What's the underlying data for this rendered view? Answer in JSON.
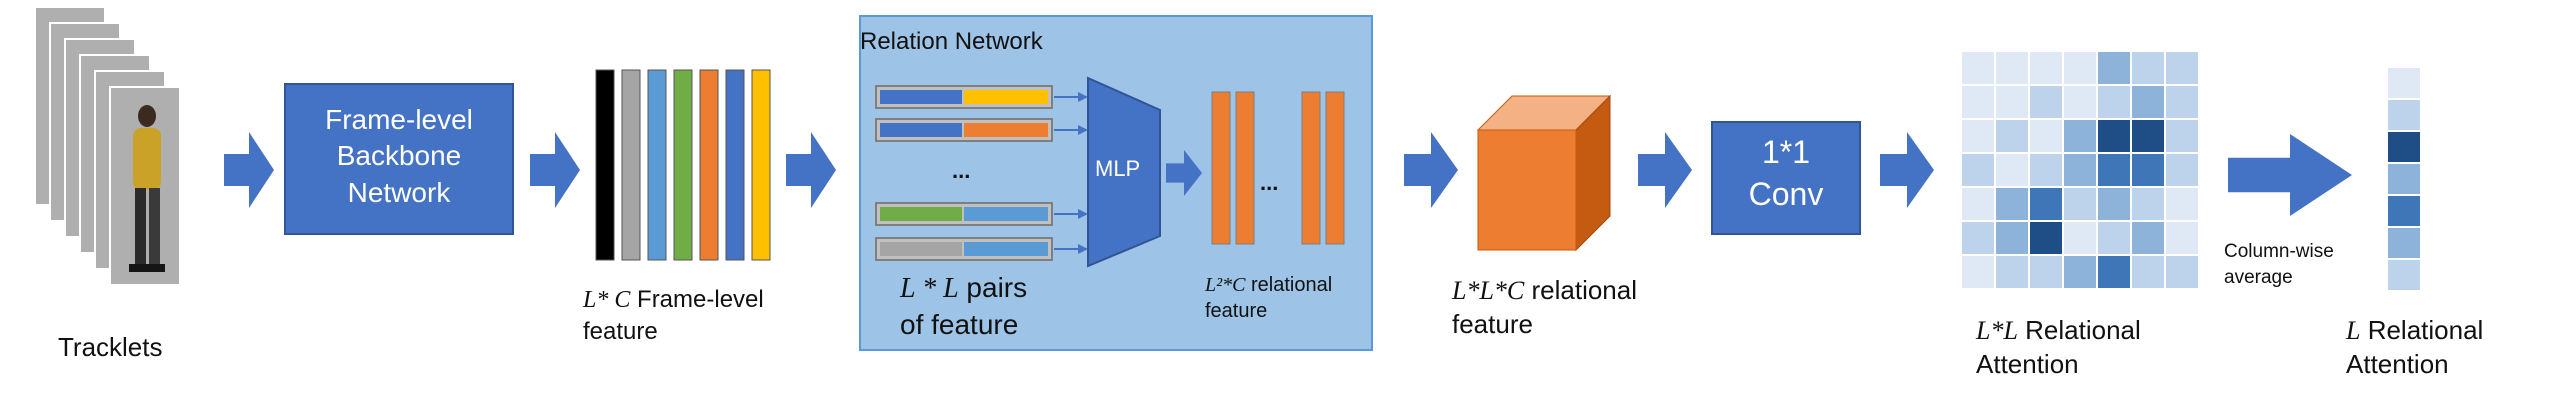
{
  "colors": {
    "blue_box": "#4472c4",
    "blue_box_border": "#2f5597",
    "arrow": "#4472c4",
    "relation_bg": "#9dc3e6",
    "relation_border": "#5b9bd5",
    "orange": "#ed7d31",
    "orange_top": "#f4b183",
    "orange_side": "#c55a11",
    "gray": "#a5a5a5",
    "green": "#70ad47",
    "gold": "#ffc000",
    "light_blue": "#5b9bd5",
    "black": "#000000"
  },
  "tracklets": {
    "label": "Tracklets",
    "frame_count": 6
  },
  "backbone": {
    "line1": "Frame-level",
    "line2": "Backbone",
    "line3": "Network"
  },
  "frame_features": {
    "label_var": "L* C",
    "label_rest": " Frame-level",
    "label_line2": "feature",
    "bar_colors": [
      "#000000",
      "#a5a5a5",
      "#5b9bd5",
      "#70ad47",
      "#ed7d31",
      "#4472c4",
      "#ffc000"
    ]
  },
  "relation_network": {
    "title": "Relation Network",
    "ellipsis": "...",
    "mlp": "MLP",
    "pairs_label_var": "L * L",
    "pairs_label_rest": " pairs",
    "pairs_label_line2": "of feature",
    "relational_label_var": "L²*C",
    "relational_label_rest": " relational",
    "relational_label_line2": "feature",
    "pairs": [
      {
        "left": "#4472c4",
        "right": "#ffc000"
      },
      {
        "left": "#4472c4",
        "right": "#ed7d31"
      },
      {
        "left": "#70ad47",
        "right": "#5b9bd5"
      },
      {
        "left": "#a5a5a5",
        "right": "#5b9bd5"
      }
    ]
  },
  "cube": {
    "label_var": "L*L*C",
    "label_rest": " relational",
    "label_line2": "feature"
  },
  "conv": {
    "line1": "1*1",
    "line2": "Conv"
  },
  "attention_matrix": {
    "label_var": "L*L",
    "label_rest": " Relational",
    "label_line2": "Attention",
    "cells": [
      [
        0,
        0,
        0,
        0,
        2,
        1,
        1
      ],
      [
        0,
        0,
        1,
        0,
        1,
        2,
        1
      ],
      [
        0,
        1,
        0,
        2,
        4,
        4,
        1
      ],
      [
        1,
        0,
        1,
        2,
        3,
        3,
        1
      ],
      [
        0,
        2,
        3,
        1,
        2,
        1,
        0
      ],
      [
        1,
        2,
        4,
        0,
        1,
        2,
        0
      ],
      [
        0,
        1,
        1,
        2,
        3,
        1,
        1
      ]
    ],
    "palette": [
      "#dfe9f6",
      "#bdd3ec",
      "#8db3db",
      "#3f76b8",
      "#1f4e87"
    ]
  },
  "column_average": {
    "line1": "Column-wise",
    "line2": "average"
  },
  "attention_vector": {
    "label_var": "L",
    "label_rest": " Relational",
    "label_line2": "Attention",
    "cells": [
      0,
      1,
      4,
      2,
      3,
      2,
      1
    ],
    "palette": [
      "#dfe9f6",
      "#bdd3ec",
      "#8db3db",
      "#3f76b8",
      "#1f4e87"
    ]
  }
}
